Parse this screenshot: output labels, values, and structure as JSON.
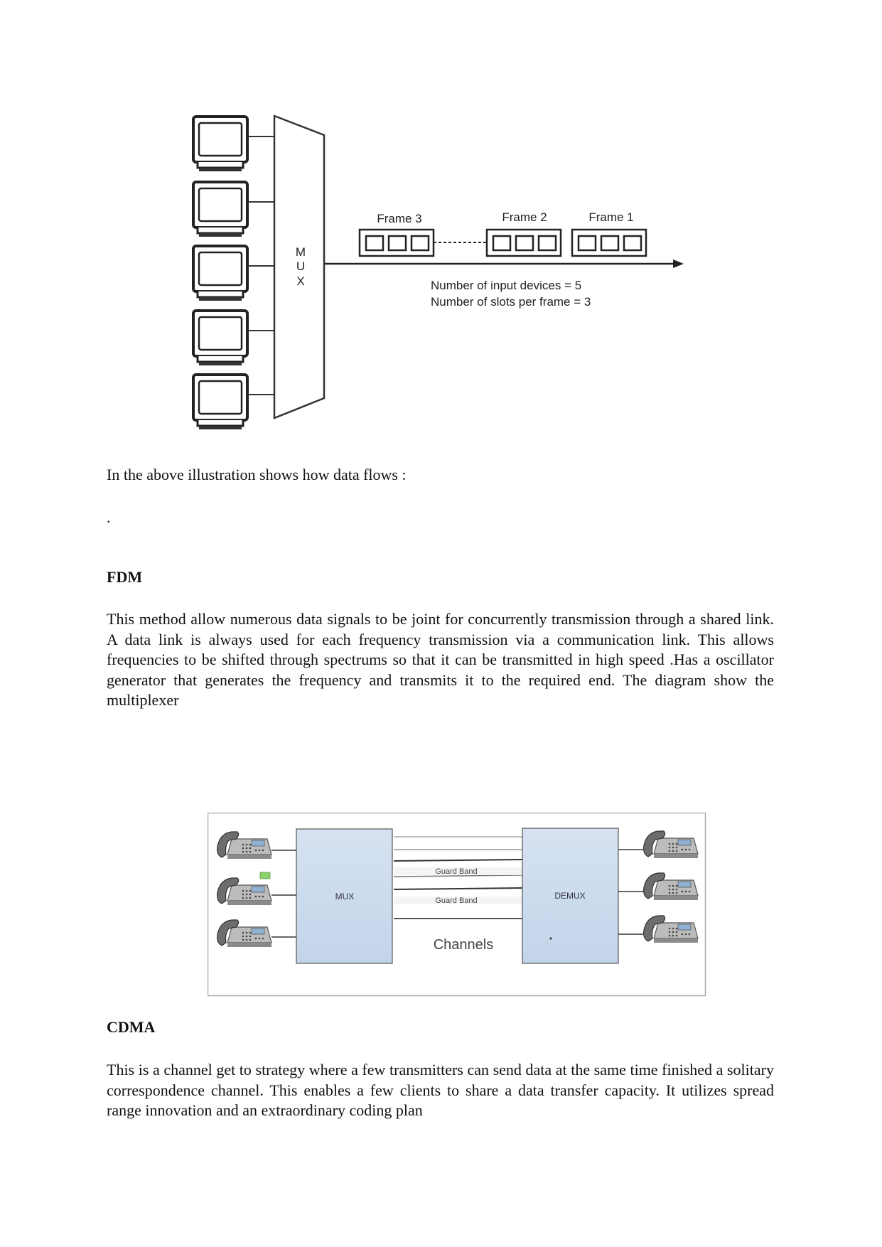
{
  "tdm_diagram": {
    "mux_letters": [
      "M",
      "U",
      "X"
    ],
    "frames": [
      "Frame 3",
      "Frame 2",
      "Frame 1"
    ],
    "notes": [
      "Number of input devices = 5",
      "Number of slots per frame = 3"
    ],
    "input_device_icon": "computer-monitor-icon"
  },
  "intro_text": "In the above illustration shows  how  data  flows :",
  "dot_line": ".",
  "fdm": {
    "heading": "FDM",
    "body": "This method allow numerous data signals to be joint for concurrently transmission through a shared link. A data link is always used for each frequency transmission via a communication link. This allows frequencies to be shifted through   spectrums so that it can be transmitted in high speed .Has a oscillator generator  that generates the frequency  and transmits it to the required end. The diagram show the multiplexer"
  },
  "fdm_diagram": {
    "mux_label": "MUX",
    "demux_label": "DEMUX",
    "guard_band_labels": [
      "Guard Band",
      "Guard Band"
    ],
    "channels_label": "Channels",
    "phone_icon": "telephone-icon",
    "box_color": "#c9d8ec"
  },
  "cdma": {
    "heading": "CDMA",
    "body": "This is a channel get to strategy where a few transmitters can send data at the same time finished a solitary correspondence channel. This enables a few clients to share a data transfer capacity. It utilizes spread range innovation and an extraordinary coding plan"
  }
}
